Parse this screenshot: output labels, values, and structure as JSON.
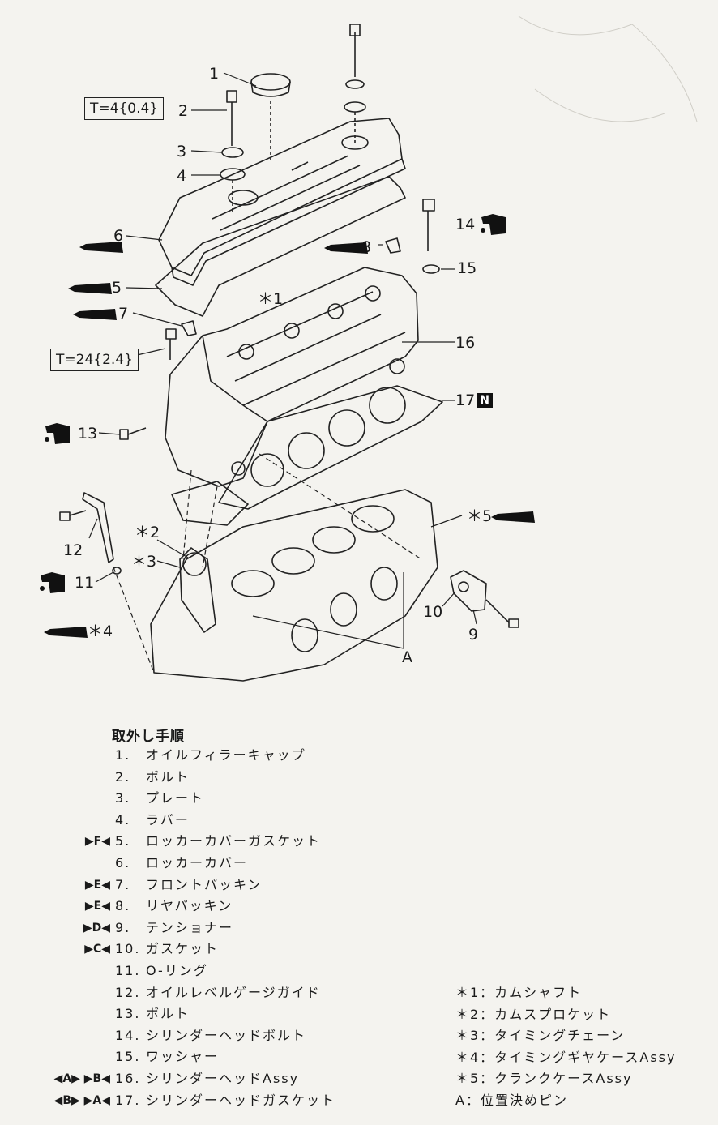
{
  "figure": {
    "callouts": {
      "c1": "1",
      "c2": "2",
      "c3": "3",
      "c4": "4",
      "c5": "5",
      "c6": "6",
      "c7": "7",
      "c8": "8",
      "c9": "9",
      "c10": "10",
      "c11": "11",
      "c12": "12",
      "c13": "13",
      "c14": "14",
      "c15": "15",
      "c16": "16",
      "c17": "17",
      "s1": "＊1",
      "s2": "＊2",
      "s3": "＊3",
      "s4": "＊4",
      "s5": "＊5",
      "a": "A"
    },
    "torque_1": "T=4{0.4}",
    "torque_2": "T=24{2.4}",
    "new_part_badge": "N"
  },
  "procedure": {
    "heading": "取外し手順",
    "items": [
      {
        "marks": "",
        "num": "1.",
        "text": "オイルフィラーキャップ"
      },
      {
        "marks": "",
        "num": "2.",
        "text": "ボルト"
      },
      {
        "marks": "",
        "num": "3.",
        "text": "プレート"
      },
      {
        "marks": "",
        "num": "4.",
        "text": "ラバー"
      },
      {
        "marks": "▶F◀",
        "num": "5.",
        "text": "ロッカーカバーガスケット"
      },
      {
        "marks": "",
        "num": "6.",
        "text": "ロッカーカバー"
      },
      {
        "marks": "▶E◀",
        "num": "7.",
        "text": "フロントパッキン"
      },
      {
        "marks": "▶E◀",
        "num": "8.",
        "text": "リヤパッキン"
      },
      {
        "marks": "▶D◀",
        "num": "9.",
        "text": "テンショナー"
      },
      {
        "marks": "▶C◀",
        "num": "10.",
        "text": "ガスケット"
      },
      {
        "marks": "",
        "num": "11.",
        "text": "O-リング"
      },
      {
        "marks": "",
        "num": "12.",
        "text": "オイルレベルゲージガイド"
      },
      {
        "marks": "",
        "num": "13.",
        "text": "ボルト"
      },
      {
        "marks": "",
        "num": "14.",
        "text": "シリンダーヘッドボルト"
      },
      {
        "marks": "",
        "num": "15.",
        "text": "ワッシャー"
      },
      {
        "marks": "◀A▶ ▶B◀",
        "num": "16.",
        "text": "シリンダーヘッドAssy"
      },
      {
        "marks": "◀B▶ ▶A◀",
        "num": "17.",
        "text": "シリンダーヘッドガスケット"
      }
    ]
  },
  "notes": [
    "＊1：カムシャフト",
    "＊2：カムスプロケット",
    "＊3：タイミングチェーン",
    "＊4：タイミングギヤケースAssy",
    "＊5：クランクケースAssy",
    "A：位置決めピン"
  ]
}
